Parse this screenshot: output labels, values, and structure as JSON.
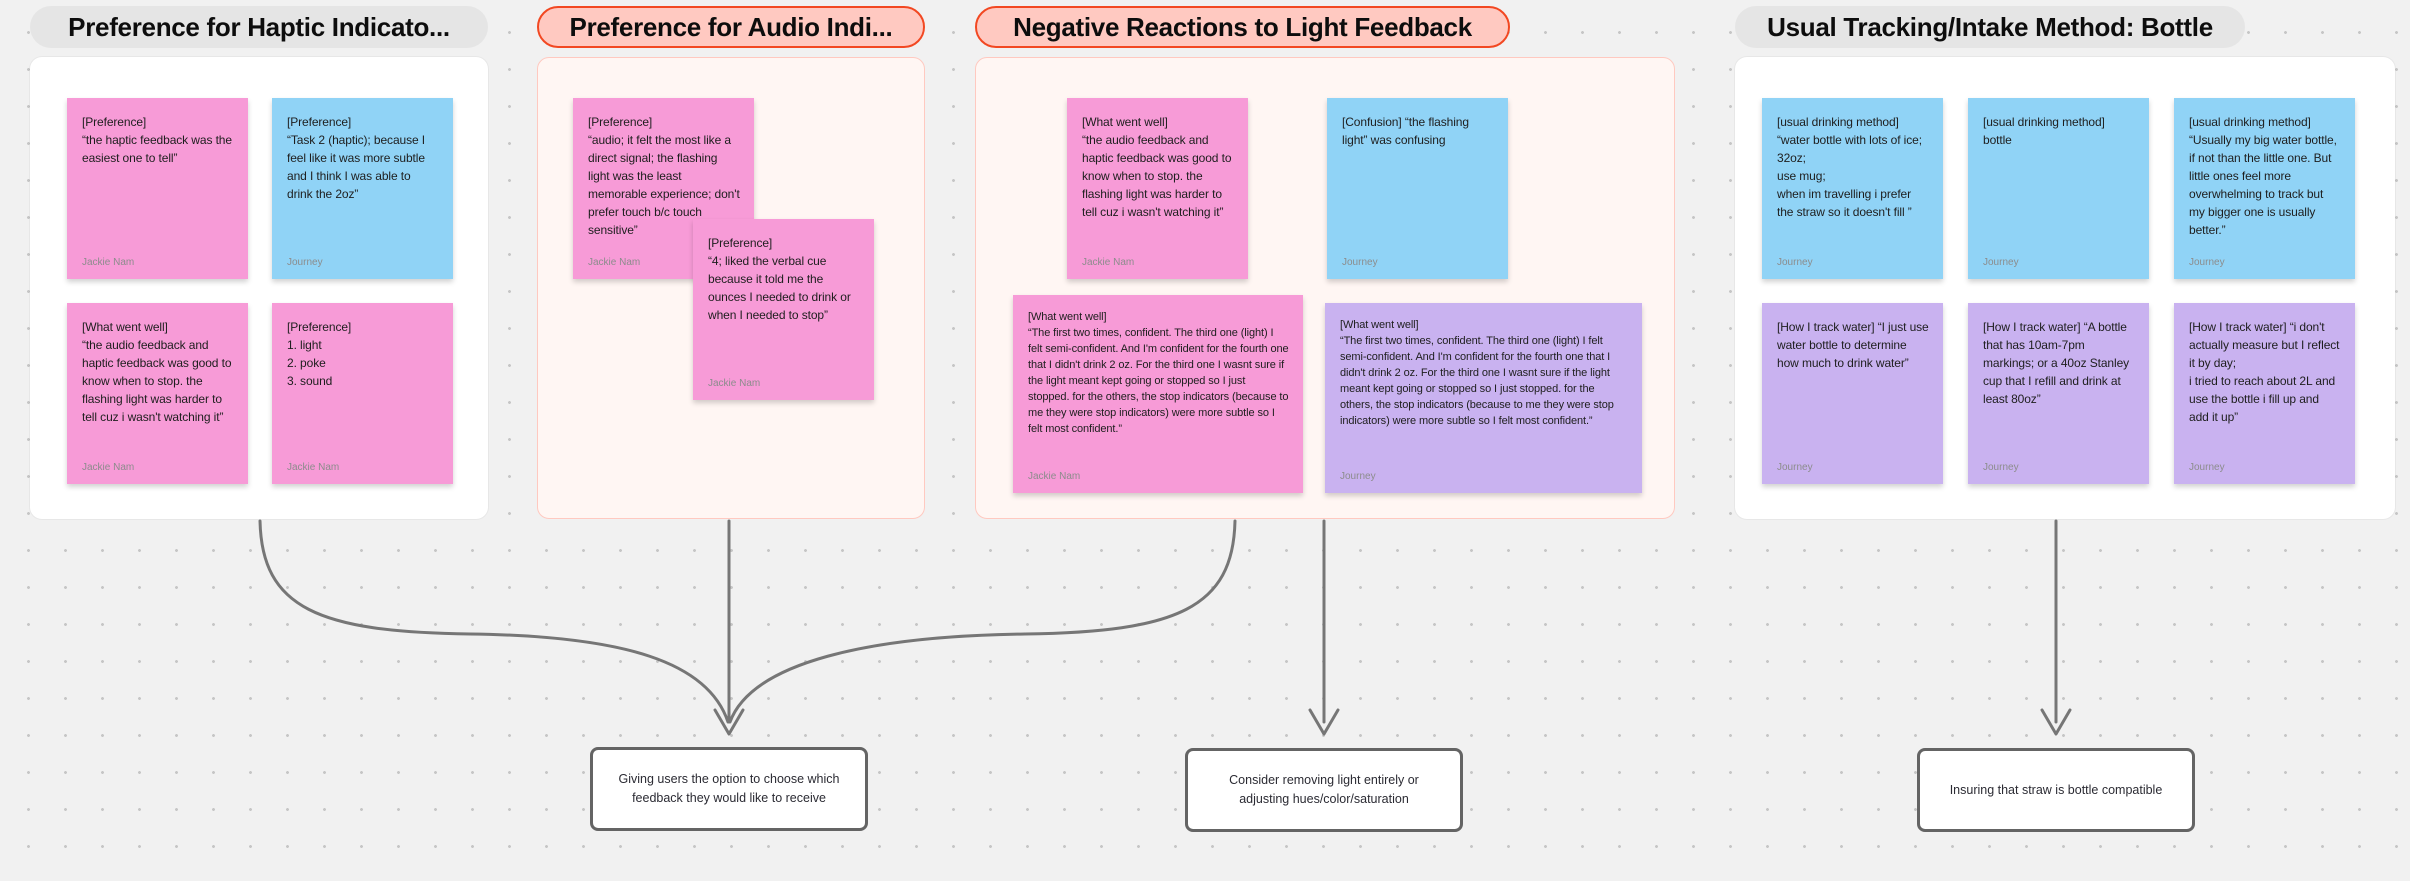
{
  "board_type": "whiteboard-affinity-map",
  "colors": {
    "canvas_bg": "#f1f1f1",
    "dot_grid": "#c6c6c6",
    "sticky_pink": "#f79bd7",
    "sticky_blue": "#90d3f6",
    "sticky_purple": "#c9b2f0",
    "header_gray_bg": "#e5e5e5",
    "header_salmon_bg": "#ffc9c1",
    "header_salmon_border": "#f24822",
    "panel_white_bg": "#ffffff",
    "panel_rose_bg": "#fff6f3",
    "panel_rose_border": "#ffc9c0",
    "arrow": "#767676",
    "conclusion_border": "#646464"
  },
  "sections": [
    {
      "title": "Preference for Haptic Indicato...",
      "stickies": [
        {
          "color": "pink",
          "text": "[Preference]\n“the haptic feedback was the easiest one to tell”",
          "author": "Jackie Nam"
        },
        {
          "color": "blue",
          "text": "[Preference]\n“Task 2 (haptic); because I feel like it was more subtle and I think I was able to drink the 2oz”",
          "author": "Journey"
        },
        {
          "color": "pink",
          "text": "[What went well]\n“the audio feedback and haptic feedback was good to know when to stop. the flashing light was harder to tell cuz i wasn't watching it”",
          "author": "Jackie Nam"
        },
        {
          "color": "pink",
          "text": "[Preference]\n1. light\n2. poke\n3. sound",
          "author": "Jackie Nam"
        }
      ]
    },
    {
      "title": "Preference for Audio Indi...",
      "stickies": [
        {
          "color": "pink",
          "text": "[Preference]\n“audio; it felt the most like a direct signal; the flashing light was the least memorable experience; don't prefer touch b/c touch sensitive”",
          "author": "Jackie Nam"
        },
        {
          "color": "pink",
          "text": "[Preference]\n“4; liked the verbal cue because it told me the ounces I needed to drink or when I needed to stop”",
          "author": "Jackie Nam"
        }
      ]
    },
    {
      "title": "Negative Reactions to Light Feedback",
      "stickies": [
        {
          "color": "pink",
          "text": "[What went well]\n“the audio feedback and haptic feedback was good to know when to stop. the flashing light was harder to tell cuz i wasn't watching it”",
          "author": "Jackie Nam"
        },
        {
          "color": "blue",
          "text": "[Confusion] “the flashing light” was confusing",
          "author": "Journey"
        },
        {
          "color": "pink",
          "text": "[What went well]\n“The first two times, confident. The third one (light) I felt semi-confident. And I'm confident for the fourth one that I didn't drink 2 oz. For the third one I wasnt sure if the light meant kept going or stopped so I just stopped. for the others, the stop indicators (because to me they were stop indicators) were more subtle so I felt most confident.”",
          "author": "Jackie Nam"
        },
        {
          "color": "purple",
          "text": "[What went well]\n“The first two times, confident. The third one (light) I felt semi-confident. And I'm confident for the fourth one that I didn't drink 2 oz. For the third one I wasnt sure if the light meant kept going or stopped so I just stopped. for the others, the stop indicators (because to me they were stop indicators) were more subtle so I felt most confident.”",
          "author": "Journey"
        }
      ]
    },
    {
      "title": "Usual Tracking/Intake Method: Bottle",
      "stickies": [
        {
          "color": "blue",
          "text": "[usual drinking method]\n“water bottle with lots of ice;\n32oz;\nuse mug;\nwhen im travelling i prefer the straw so it doesn't fill ”",
          "author": "Journey"
        },
        {
          "color": "blue",
          "text": "[usual drinking method]\nbottle",
          "author": "Journey"
        },
        {
          "color": "blue",
          "text": "[usual drinking method]\n“Usually my big water bottle, if not than the little one. But little ones feel more overwhelming to track but my bigger one is usually better.”",
          "author": "Journey"
        },
        {
          "color": "purple",
          "text": "[How I track water] “I just use water bottle to determine how much to drink water”",
          "author": "Journey"
        },
        {
          "color": "purple",
          "text": "[How I track water] “A bottle that has 10am-7pm markings; or a 40oz Stanley cup that I refill and drink at least 80oz”",
          "author": "Journey"
        },
        {
          "color": "purple",
          "text": "[How I track water] “i don't actually measure but I reflect it by day;\ni tried to reach about 2L and use the bottle i fill up and add it up”",
          "author": "Journey"
        }
      ]
    }
  ],
  "conclusions": [
    {
      "text": "Giving users the option to choose which feedback they would like to receive"
    },
    {
      "text": "Consider removing light entirely or adjusting hues/color/saturation"
    },
    {
      "text": "Insuring that straw is  bottle compatible"
    }
  ]
}
